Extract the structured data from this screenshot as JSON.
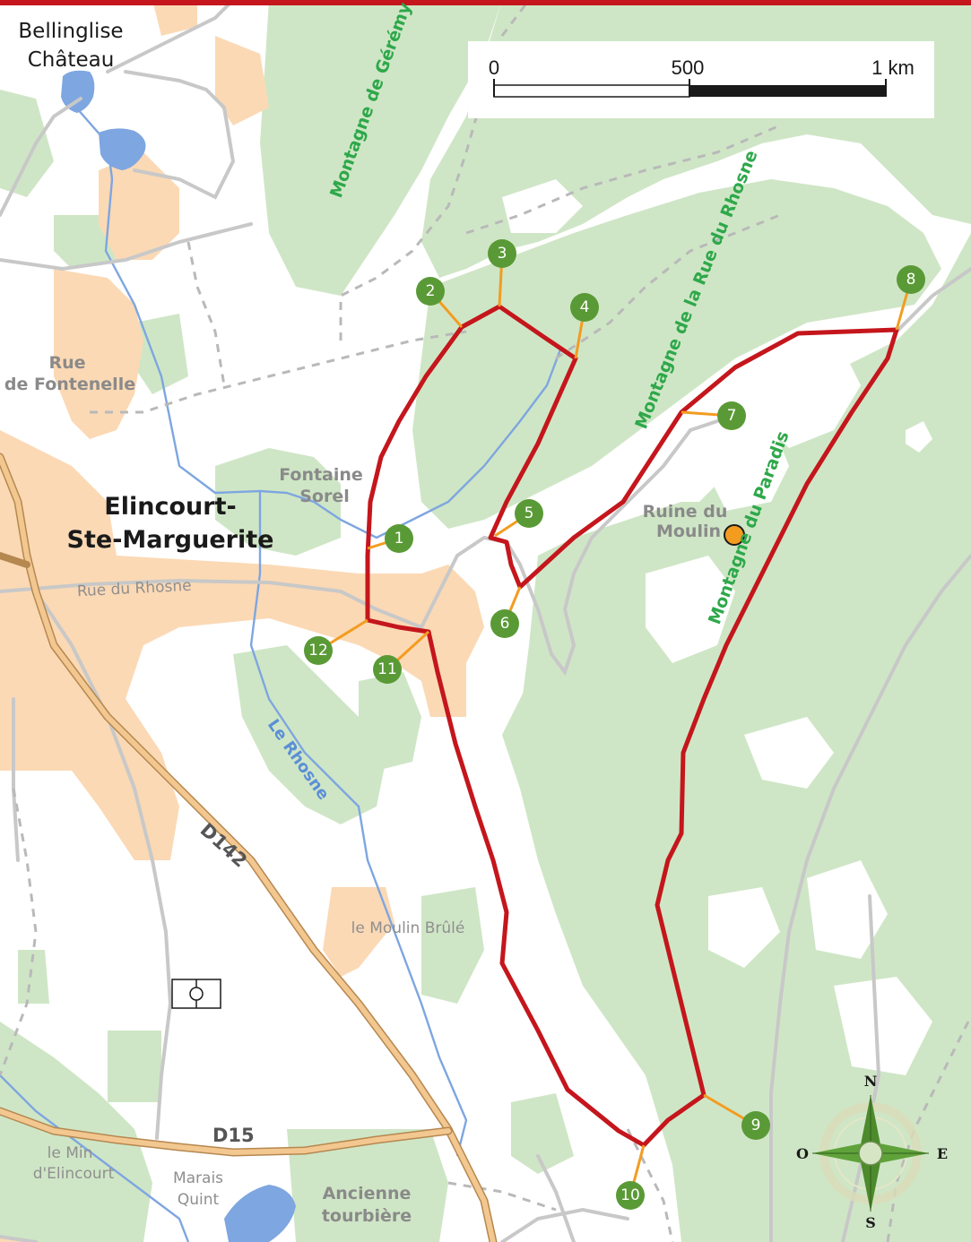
{
  "colors": {
    "forest": "#cfe6c6",
    "urban": "#fbd9b5",
    "water": "#7ea6e0",
    "route": "#c4161c",
    "waypoint": "#5a9a36",
    "connector": "#f39c20",
    "road_major": "#e9b87e",
    "road_minor": "#c8c8c8",
    "top_bar": "#c4161c"
  },
  "scale_bar": {
    "label_0": "0",
    "label_500": "500",
    "label_1km": "1 km"
  },
  "places": {
    "bellinglise_line1": "Bellinglise",
    "bellinglise_line2": "Château",
    "rue_fontenelle_line1": "Rue",
    "rue_fontenelle_line2": "de Fontenelle",
    "fontaine_line1": "Fontaine",
    "fontaine_line2": "Sorel",
    "town_line1": "Elincourt-",
    "town_line2": "Ste-Marguerite",
    "rue_rhosne": "Rue du Rhosne",
    "ruine_line1": "Ruine du",
    "ruine_line2": "Moulin",
    "moulin_brule": "le Moulin Brûlé",
    "min_line1": "le Min",
    "min_line2": "d'Elincourt",
    "marais_line1": "Marais",
    "marais_line2": "Quint",
    "tourbiere_line1": "Ancienne",
    "tourbiere_line2": "tourbière"
  },
  "ridges": {
    "geremy": "Montagne de Gérémy",
    "rue_rhosne": "Montagne de la Rue du Rhosne",
    "paradis": "Montagne du Paradis"
  },
  "river": "Le Rhosne",
  "roads": {
    "d142": "D142",
    "d15": "D15"
  },
  "icons": {
    "sports_field": "sports-field-icon",
    "poi": "poi-marker-icon",
    "compass": "compass-rose-icon"
  },
  "compass": {
    "north": "N",
    "south": "S",
    "east": "E",
    "west": "O"
  },
  "waypoints": [
    "1",
    "2",
    "3",
    "4",
    "5",
    "6",
    "7",
    "8",
    "9",
    "10",
    "11",
    "12"
  ]
}
